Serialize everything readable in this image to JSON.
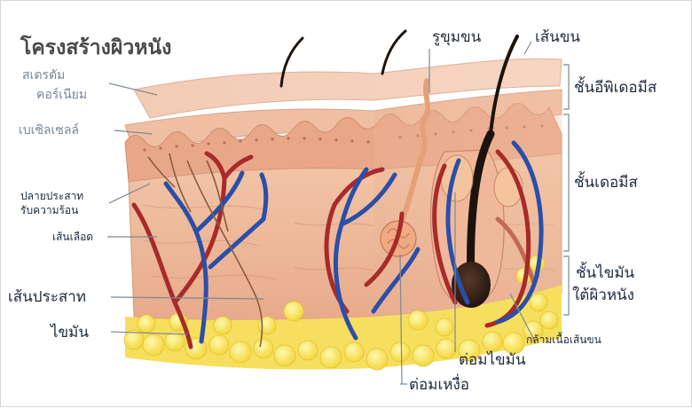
{
  "title": "โครงสร้างผิวหนัง",
  "labels": {
    "stratum_corneum_line1": "สเตรตัม",
    "stratum_corneum_line2": "คอร์เนียม",
    "basal_cells": "เบเซิลเซลล์",
    "heat_receptor_line1": "ปลายประสาท",
    "heat_receptor_line2": "รับความร้อน",
    "blood_vessel": "เส้นเลือด",
    "nerve": "เส้นประสาท",
    "fat": "ไขมัน",
    "sweat_pore": "รูขุมขน",
    "hair": "เส้นขน",
    "epidermis": "ชั้นอีพิเดอมีส",
    "dermis": "ชั้นเดอมีส",
    "subcutis_line1": "ชั้นไขมัน",
    "subcutis_line2": "ใต้ผิวหนัง",
    "arrector_muscle": "กล้ามเนื้อเส้นขน",
    "sebaceous_gland": "ต่อมไขมัน",
    "sweat_gland": "ต่อมเหงื่อ"
  }
}
